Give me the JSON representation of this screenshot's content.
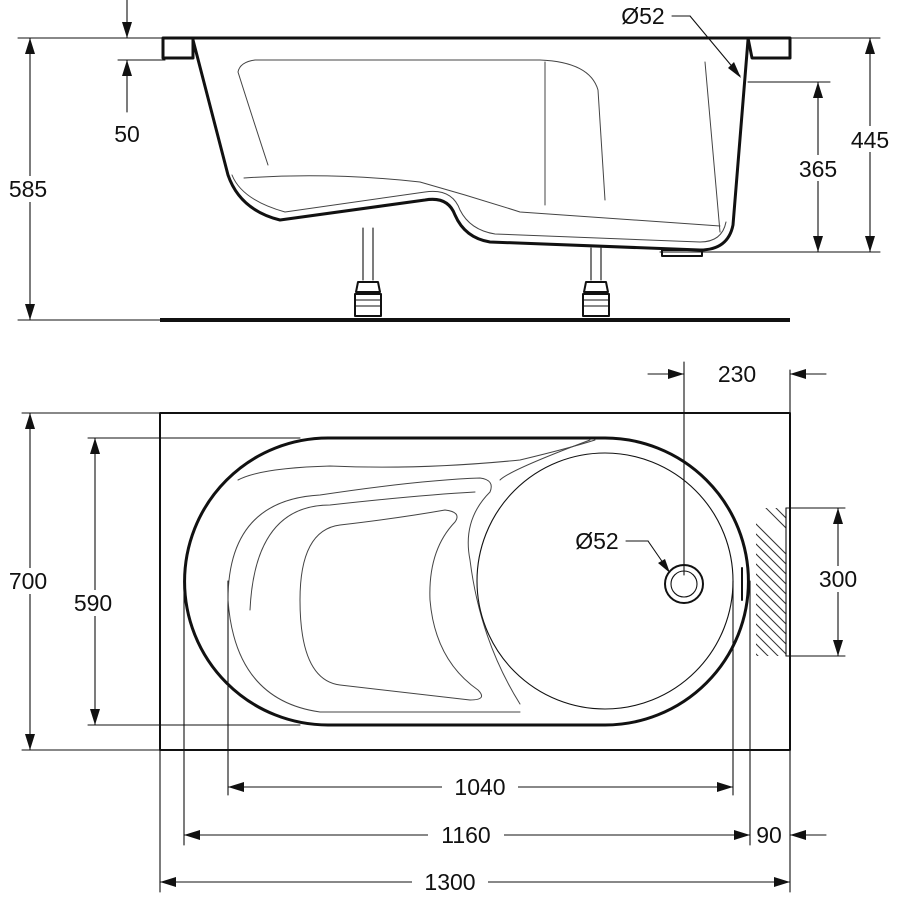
{
  "side_view": {
    "drain_diameter_label": "Ø52",
    "height_rim_label": "50",
    "height_total_label": "585",
    "height_inner_label": "365",
    "height_outer_label": "445"
  },
  "top_view": {
    "width_offset_label": "230",
    "drain_diameter_label": "Ø52",
    "overall_width_label": "700",
    "inner_width_label": "590",
    "service_zone_label": "300",
    "inner_length_label": "1040",
    "body_length_label": "1160",
    "end_offset_label": "90",
    "overall_length_label": "1300"
  }
}
